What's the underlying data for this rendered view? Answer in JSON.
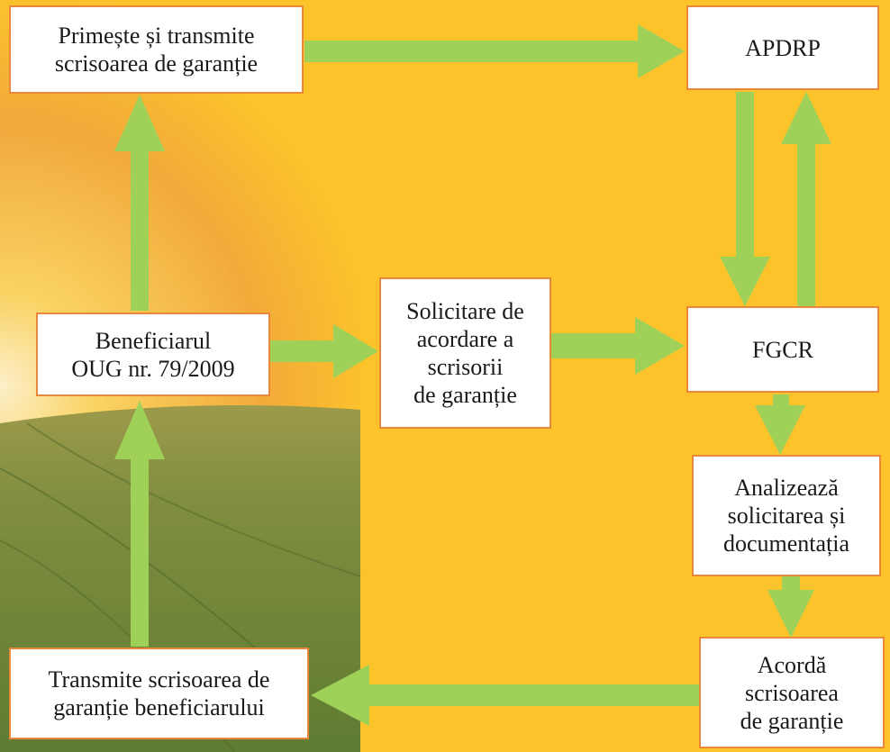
{
  "colors": {
    "background": "#fcc42a",
    "box_fill": "#ffffff",
    "box_border": "#e9873a",
    "arrow": "#9fd159",
    "text": "#1a1a1a"
  },
  "nodes": {
    "primeste": "Primește și transmite\nscrisoarea de garanție",
    "apdrp": "APDRP",
    "beneficiar": "Beneficiarul\nOUG nr. 79/2009",
    "solicitare": "Solicitare de\nacordare a\nscrisorii\nde garanție",
    "fgcr": "FGCR",
    "analizeaza": "Analizează\nsolicitarea și\ndocumentația",
    "acorda": "Acordă\nscrisoarea\nde garanție",
    "transmite": "Transmite scrisoarea de\ngaranție beneficiarului"
  }
}
